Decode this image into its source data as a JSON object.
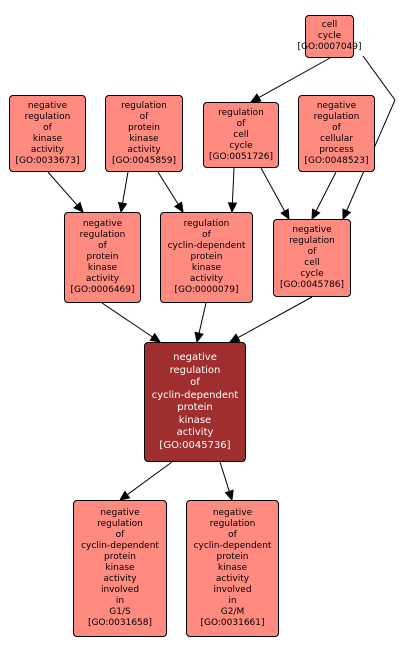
{
  "colors": {
    "node_fill": "#ff8a80",
    "focus_fill": "#a12e2e",
    "edge": "#000000"
  },
  "nodes": {
    "cell_cycle": {
      "lines": [
        "cell",
        "cycle",
        "[GO:0007049]"
      ]
    },
    "neg_reg_kinase_activity": {
      "lines": [
        "negative",
        "regulation",
        "of",
        "kinase",
        "activity",
        "[GO:0033673]"
      ]
    },
    "reg_protein_kinase_activity": {
      "lines": [
        "regulation",
        "of",
        "protein",
        "kinase",
        "activity",
        "[GO:0045859]"
      ]
    },
    "reg_cell_cycle": {
      "lines": [
        "regulation",
        "of",
        "cell",
        "cycle",
        "[GO:0051726]"
      ]
    },
    "neg_reg_cellular_process": {
      "lines": [
        "negative",
        "regulation",
        "of",
        "cellular",
        "process",
        "[GO:0048523]"
      ]
    },
    "neg_reg_protein_kinase_activity": {
      "lines": [
        "negative",
        "regulation",
        "of",
        "protein",
        "kinase",
        "activity",
        "[GO:0006469]"
      ]
    },
    "reg_cdk_activity": {
      "lines": [
        "regulation",
        "of",
        "cyclin-dependent",
        "protein",
        "kinase",
        "activity",
        "[GO:0000079]"
      ]
    },
    "neg_reg_cell_cycle": {
      "lines": [
        "negative",
        "regulation",
        "of",
        "cell",
        "cycle",
        "[GO:0045786]"
      ]
    },
    "neg_reg_cdk_activity": {
      "lines": [
        "negative",
        "regulation",
        "of",
        "cyclin-dependent",
        "protein",
        "kinase",
        "activity",
        "[GO:0045736]"
      ]
    },
    "neg_reg_cdk_g1s": {
      "lines": [
        "negative",
        "regulation",
        "of",
        "cyclin-dependent",
        "protein",
        "kinase",
        "activity",
        "involved",
        "in",
        "G1/S",
        "[GO:0031658]"
      ]
    },
    "neg_reg_cdk_g2m": {
      "lines": [
        "negative",
        "regulation",
        "of",
        "cyclin-dependent",
        "protein",
        "kinase",
        "activity",
        "involved",
        "in",
        "G2/M",
        "[GO:0031661]"
      ]
    }
  },
  "edges": [
    [
      "cell_cycle",
      "reg_cell_cycle"
    ],
    [
      "cell_cycle",
      "neg_reg_cell_cycle"
    ],
    [
      "neg_reg_kinase_activity",
      "neg_reg_protein_kinase_activity"
    ],
    [
      "reg_protein_kinase_activity",
      "neg_reg_protein_kinase_activity"
    ],
    [
      "reg_protein_kinase_activity",
      "reg_cdk_activity"
    ],
    [
      "reg_cell_cycle",
      "reg_cdk_activity"
    ],
    [
      "reg_cell_cycle",
      "neg_reg_cell_cycle"
    ],
    [
      "neg_reg_cellular_process",
      "neg_reg_cell_cycle"
    ],
    [
      "neg_reg_protein_kinase_activity",
      "neg_reg_cdk_activity"
    ],
    [
      "reg_cdk_activity",
      "neg_reg_cdk_activity"
    ],
    [
      "neg_reg_cell_cycle",
      "neg_reg_cdk_activity"
    ],
    [
      "neg_reg_cdk_activity",
      "neg_reg_cdk_g1s"
    ],
    [
      "neg_reg_cdk_activity",
      "neg_reg_cdk_g2m"
    ]
  ]
}
